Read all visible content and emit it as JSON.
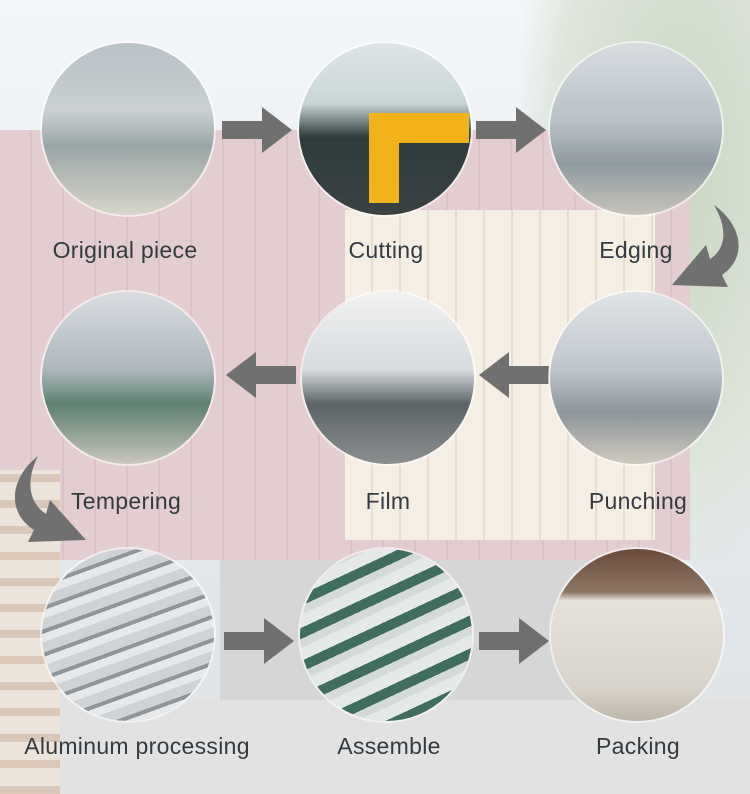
{
  "steps": [
    {
      "label": "Original piece",
      "photo": "green glass sheets on rack"
    },
    {
      "label": "Cutting",
      "photo": "glass cutting table"
    },
    {
      "label": "Edging",
      "photo": "edging machine line"
    },
    {
      "label": "Punching",
      "photo": "punching workshop"
    },
    {
      "label": "Film",
      "photo": "film coating machine"
    },
    {
      "label": "Tempering",
      "photo": "tempered glass racks"
    },
    {
      "label": "Aluminum processing",
      "photo": "aluminum profiles"
    },
    {
      "label": "Assemble",
      "photo": "assembled shower door frames"
    },
    {
      "label": "Packing",
      "photo": "packed cartons"
    }
  ],
  "colors": {
    "arrow": "#707070",
    "label": "#333a40"
  }
}
